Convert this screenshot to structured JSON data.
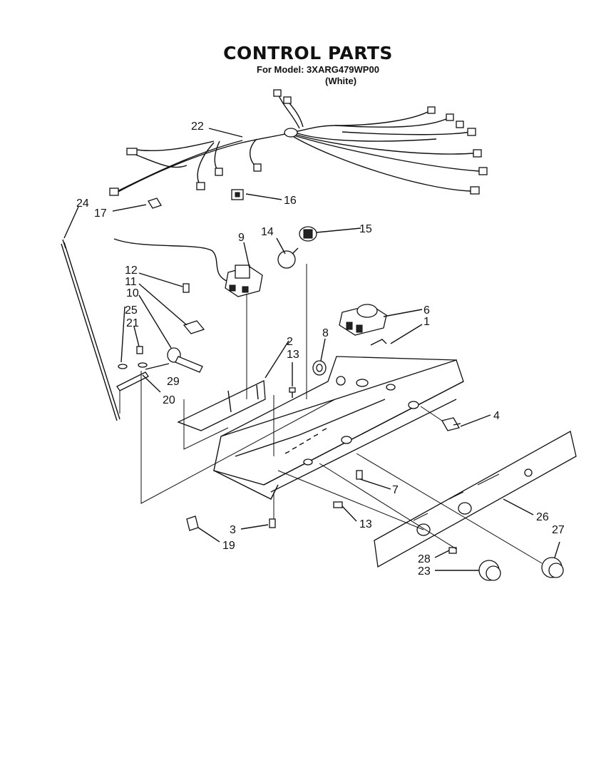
{
  "header": {
    "title": "CONTROL PARTS",
    "model_line": "For Model: 3XARG479WP00",
    "variant": "(White)"
  },
  "callouts": [
    {
      "id": "c1",
      "label": "1"
    },
    {
      "id": "c2",
      "label": "2"
    },
    {
      "id": "c3",
      "label": "3"
    },
    {
      "id": "c4",
      "label": "4"
    },
    {
      "id": "c6",
      "label": "6"
    },
    {
      "id": "c7",
      "label": "7"
    },
    {
      "id": "c8",
      "label": "8"
    },
    {
      "id": "c9",
      "label": "9"
    },
    {
      "id": "c10",
      "label": "10"
    },
    {
      "id": "c11",
      "label": "11"
    },
    {
      "id": "c12",
      "label": "12"
    },
    {
      "id": "c13a",
      "label": "13"
    },
    {
      "id": "c13b",
      "label": "13"
    },
    {
      "id": "c14",
      "label": "14"
    },
    {
      "id": "c15",
      "label": "15"
    },
    {
      "id": "c16",
      "label": "16"
    },
    {
      "id": "c17",
      "label": "17"
    },
    {
      "id": "c19",
      "label": "19"
    },
    {
      "id": "c20",
      "label": "20"
    },
    {
      "id": "c21",
      "label": "21"
    },
    {
      "id": "c22",
      "label": "22"
    },
    {
      "id": "c23",
      "label": "23"
    },
    {
      "id": "c24",
      "label": "24"
    },
    {
      "id": "c25",
      "label": "25"
    },
    {
      "id": "c26",
      "label": "26"
    },
    {
      "id": "c27",
      "label": "27"
    },
    {
      "id": "c28",
      "label": "28"
    },
    {
      "id": "c29",
      "label": "29"
    }
  ]
}
